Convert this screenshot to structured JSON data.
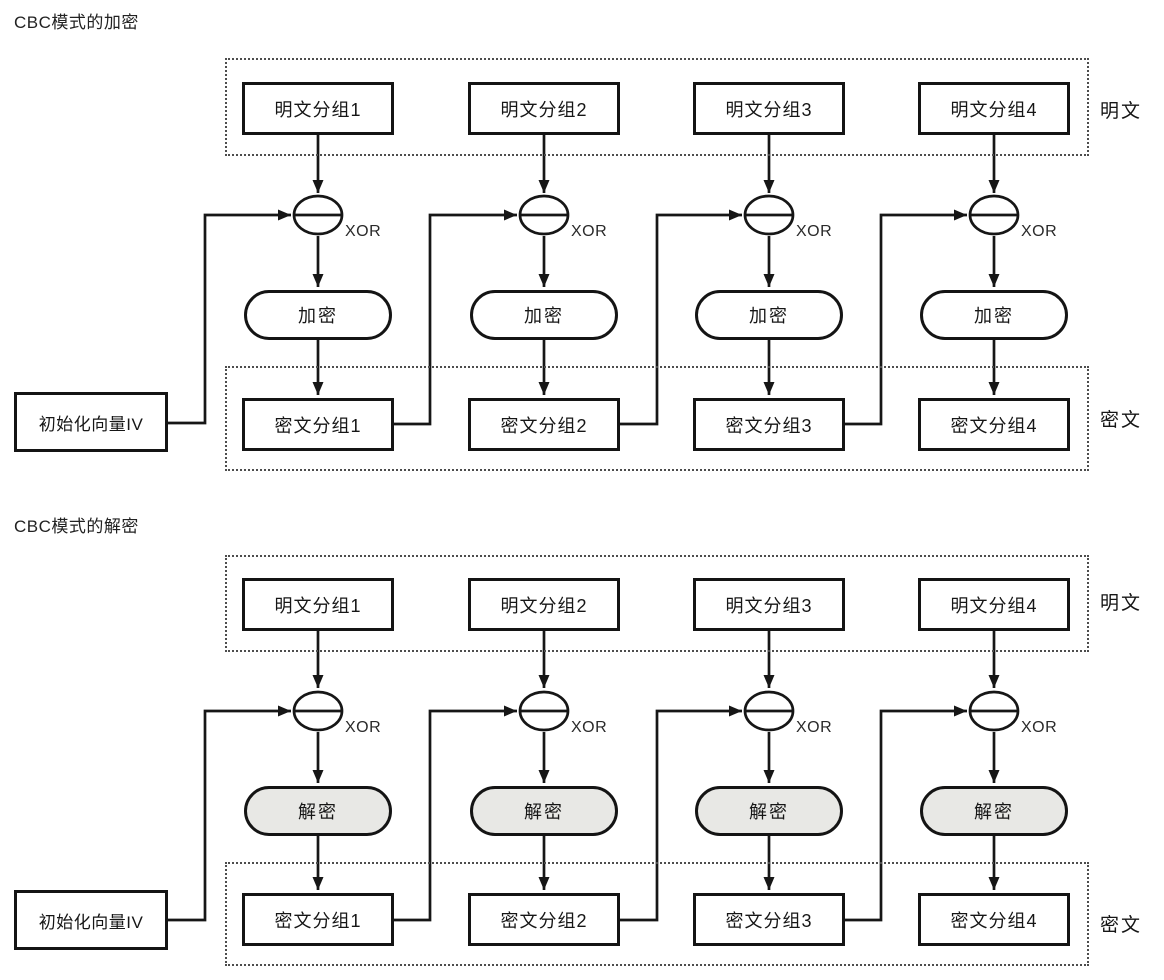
{
  "colors": {
    "line": "#161616",
    "background": "#ffffff",
    "encrypt_capsule_fill": "#ffffff",
    "decrypt_capsule_fill": "#e8e8e5",
    "dotted_border": "#4d4d4d"
  },
  "encryption": {
    "title": "CBC模式的加密",
    "plaintext_group_label": "明文",
    "ciphertext_group_label": "密文",
    "iv_label": "初始化向量IV",
    "xor_label": "XOR",
    "operation_label": "加密",
    "plaintext_blocks": [
      "明文分组1",
      "明文分组2",
      "明文分组3",
      "明文分组4"
    ],
    "ciphertext_blocks": [
      "密文分组1",
      "密文分组2",
      "密文分组3",
      "密文分组4"
    ]
  },
  "decryption": {
    "title": "CBC模式的解密",
    "plaintext_group_label": "明文",
    "ciphertext_group_label": "密文",
    "iv_label": "初始化向量IV",
    "xor_label": "XOR",
    "operation_label": "解密",
    "plaintext_blocks": [
      "明文分组1",
      "明文分组2",
      "明文分组3",
      "明文分组4"
    ],
    "ciphertext_blocks": [
      "密文分组1",
      "密文分组2",
      "密文分组3",
      "密文分组4"
    ]
  }
}
